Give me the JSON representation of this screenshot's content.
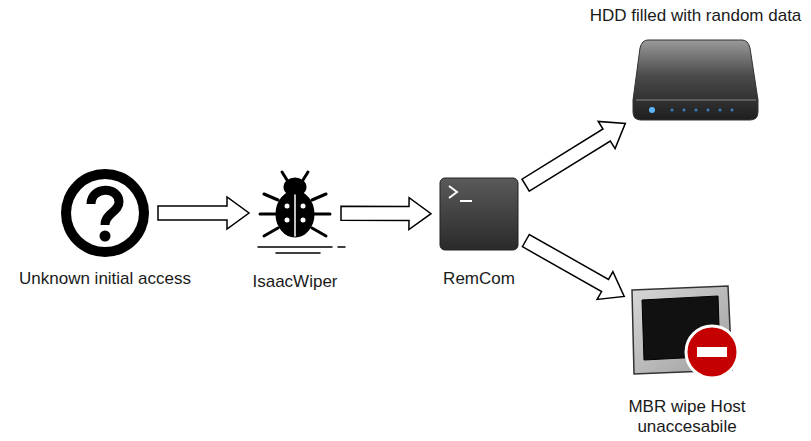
{
  "diagram": {
    "nodes": [
      {
        "text": [
          "Unknown initial access"
        ]
      },
      {
        "text": [
          "IsaacWiper"
        ]
      },
      {
        "text": [
          "RemCom"
        ]
      },
      {
        "text": [
          "HDD filled with random data"
        ]
      },
      {
        "text": [
          "MBR wipe Host unaccesabile"
        ]
      }
    ],
    "edges": [
      {
        "from": 0,
        "to": 1,
        "arrow": "to"
      },
      {
        "from": 1,
        "to": 2,
        "arrow": "to"
      },
      {
        "from": 2,
        "to": 3,
        "arrow": "to"
      },
      {
        "from": 2,
        "to": 4,
        "arrow": "to"
      }
    ]
  }
}
